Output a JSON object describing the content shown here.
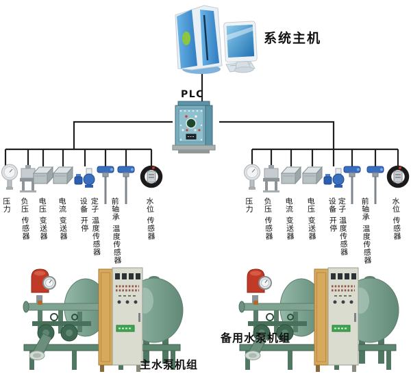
{
  "host": {
    "label": "系统主机",
    "icon": "desktop-computer-icon"
  },
  "plc": {
    "label": "PLC",
    "icon": "plc-cabinet-icon"
  },
  "sensor_groups": {
    "left": {
      "sensors": [
        {
          "label": "压力",
          "parts": [
            "压力"
          ],
          "icon": "pressure-gauge-icon"
        },
        {
          "label": "负压传感器",
          "parts": [
            "负压",
            "传感器"
          ],
          "icon": "negative-pressure-sensor-icon"
        },
        {
          "label": "电压变送器",
          "parts": [
            "电压",
            "变送器"
          ],
          "icon": "transmitter-box-icon"
        },
        {
          "label": "电流变送器",
          "parts": [
            "电流",
            "变送器"
          ],
          "icon": "transmitter-box-icon"
        },
        {
          "label": "设备开停",
          "parts": [
            "设备",
            "开停"
          ],
          "icon": "start-stop-sensor-icon"
        },
        {
          "label": "定子温度传感器",
          "parts": [
            "定子",
            "温度传感器"
          ],
          "icon": "thermocouple-icon"
        },
        {
          "label": "前轴承温度传感器",
          "parts": [
            "前轴承",
            "温度传感器"
          ],
          "icon": "thermocouple-icon"
        },
        {
          "label": "水位传感器",
          "parts": [
            "水位",
            "传感器"
          ],
          "icon": "water-level-sensor-icon"
        }
      ]
    },
    "right": {
      "sensors": [
        {
          "label": "压力",
          "parts": [
            "压力"
          ],
          "icon": "pressure-gauge-icon"
        },
        {
          "label": "负压传感器",
          "parts": [
            "负压",
            "传感器"
          ],
          "icon": "negative-pressure-sensor-icon"
        },
        {
          "label": "电流变送器",
          "parts": [
            "电流",
            "变送器"
          ],
          "icon": "transmitter-box-icon"
        },
        {
          "label": "电压变送器",
          "parts": [
            "电压",
            "变送器"
          ],
          "icon": "transmitter-box-icon"
        },
        {
          "label": "设备开停",
          "parts": [
            "设备",
            "开停"
          ],
          "icon": "start-stop-sensor-icon"
        },
        {
          "label": "定子温度传感器",
          "parts": [
            "定子",
            "温度传感器"
          ],
          "icon": "thermocouple-icon"
        },
        {
          "label": "前轴承温度传感器",
          "parts": [
            "前轴承",
            "温度传感器"
          ],
          "icon": "thermocouple-icon"
        },
        {
          "label": "水位传感器",
          "parts": [
            "水位",
            "传感器"
          ],
          "icon": "water-level-sensor-icon"
        }
      ]
    }
  },
  "pump_units": {
    "main": {
      "label": "主水泵机组",
      "icon": "pump-skid-icon"
    },
    "backup": {
      "label": "备用水泵机组",
      "icon": "pump-skid-icon"
    }
  },
  "colors": {
    "background": "#ffffff",
    "line_color": "#1f1f1f",
    "text": "#111111",
    "plc_body": "#7badbd",
    "computer_blue": "#4e9fd8",
    "logo_green": "#8cc63e",
    "screen_blue": "#2e86c8",
    "sensor_blue": "#3a6fc0",
    "tank_green": "#7fa390",
    "cabinet_tan": "#d7a95c",
    "expansion_tank_red": "#c03a27"
  }
}
